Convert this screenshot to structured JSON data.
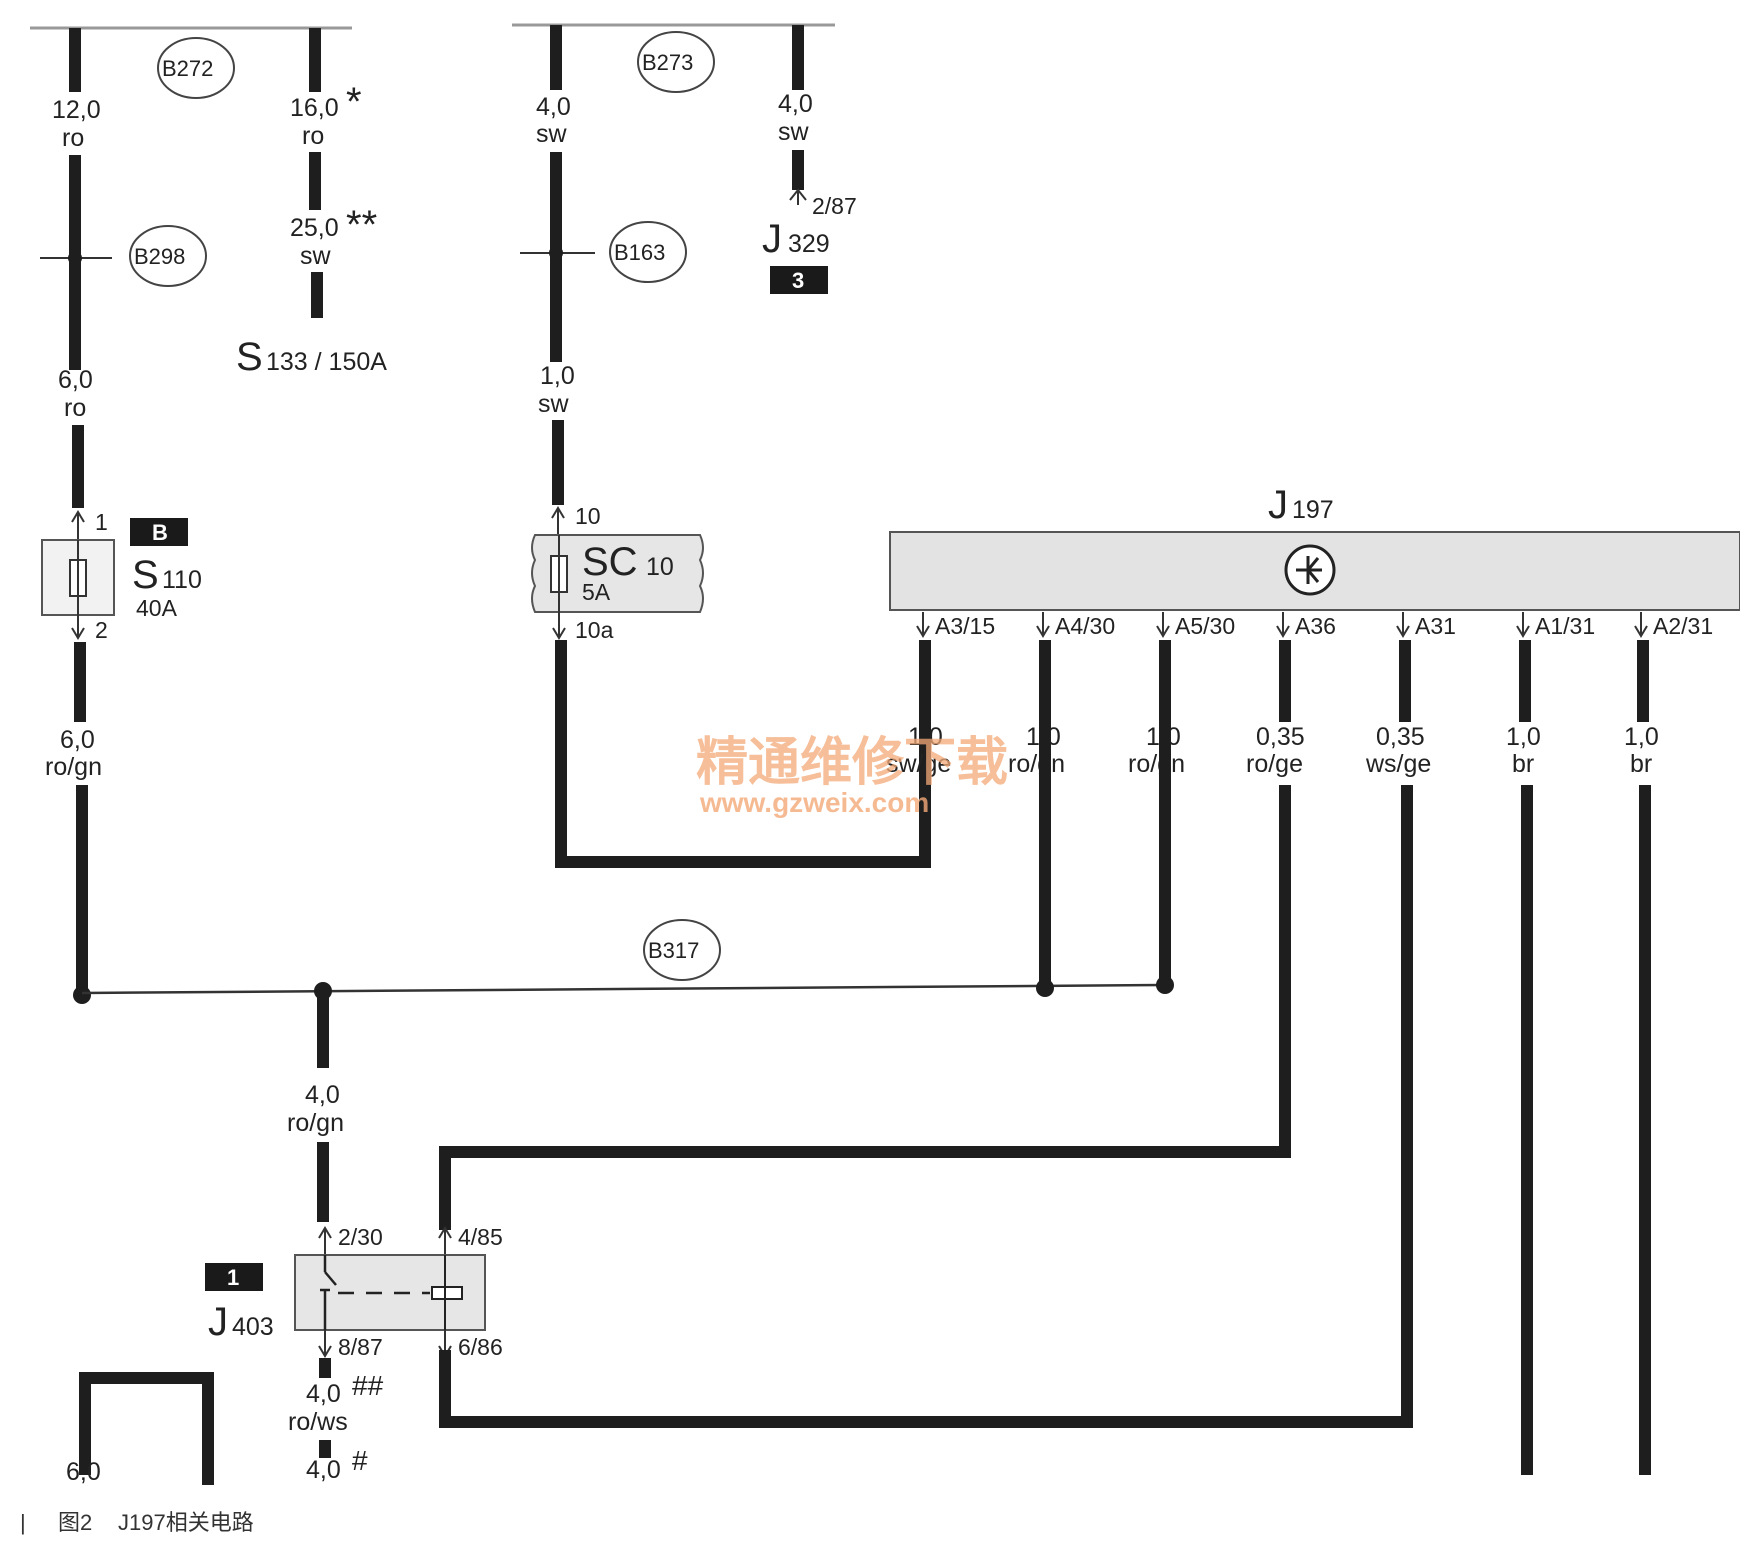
{
  "bus_markers": [
    "B272",
    "B298",
    "B273",
    "B163",
    "B317"
  ],
  "components": {
    "s133": {
      "name": "S",
      "sub": "133 / 150A"
    },
    "s110": {
      "name": "S",
      "sub": "110",
      "rating": "40A",
      "badge": "B",
      "pin_in": "1",
      "pin_out": "2"
    },
    "sc10": {
      "name": "SC",
      "sub": "10",
      "rating": "5A",
      "pin_in": "10",
      "pin_out": "10a"
    },
    "j329": {
      "name": "J",
      "sub": "329",
      "pin": "2/87",
      "badge": "3"
    },
    "j197": {
      "name": "J",
      "sub": "197"
    },
    "j403": {
      "name": "J",
      "sub": "403",
      "badge": "1",
      "pin_a": "2/30",
      "pin_b": "4/85",
      "pin_c": "8/87",
      "pin_d": "6/86"
    }
  },
  "wires": {
    "w1": {
      "size": "12,0",
      "color": "ro"
    },
    "w2": {
      "size": "16,0",
      "color": "ro",
      "mark": "*"
    },
    "w3": {
      "size": "25,0",
      "color": "sw",
      "mark": "**"
    },
    "w4": {
      "size": "6,0",
      "color": "ro"
    },
    "w5": {
      "size": "6,0",
      "color": "ro/gn"
    },
    "w6": {
      "size": "4,0",
      "color": "sw"
    },
    "w7": {
      "size": "4,0",
      "color": "sw"
    },
    "w8": {
      "size": "1,0",
      "color": "sw"
    },
    "w9": {
      "size": "4,0",
      "color": "ro/gn"
    },
    "w10": {
      "size": "4,0",
      "color": "ro/ws",
      "mark": "##"
    },
    "w11": {
      "size": "4,0",
      "mark": "#"
    },
    "w12": {
      "size": "6,0"
    }
  },
  "j197_pins": [
    {
      "pin": "A3/15",
      "size": "1,0",
      "color": "sw/ge"
    },
    {
      "pin": "A4/30",
      "size": "1,0",
      "color": "ro/gn"
    },
    {
      "pin": "A5/30",
      "size": "1,0",
      "color": "ro/gn"
    },
    {
      "pin": "A36",
      "size": "0,35",
      "color": "ro/ge"
    },
    {
      "pin": "A31",
      "size": "0,35",
      "color": "ws/ge"
    },
    {
      "pin": "A1/31",
      "size": "1,0",
      "color": "br"
    },
    {
      "pin": "A2/31",
      "size": "1,0",
      "color": "br"
    }
  ],
  "watermark": {
    "line1": "精通维修下载",
    "line2": "www.gzweix.com"
  },
  "caption": {
    "marker": "|",
    "figure": "图2",
    "title": "J197相关电路"
  }
}
